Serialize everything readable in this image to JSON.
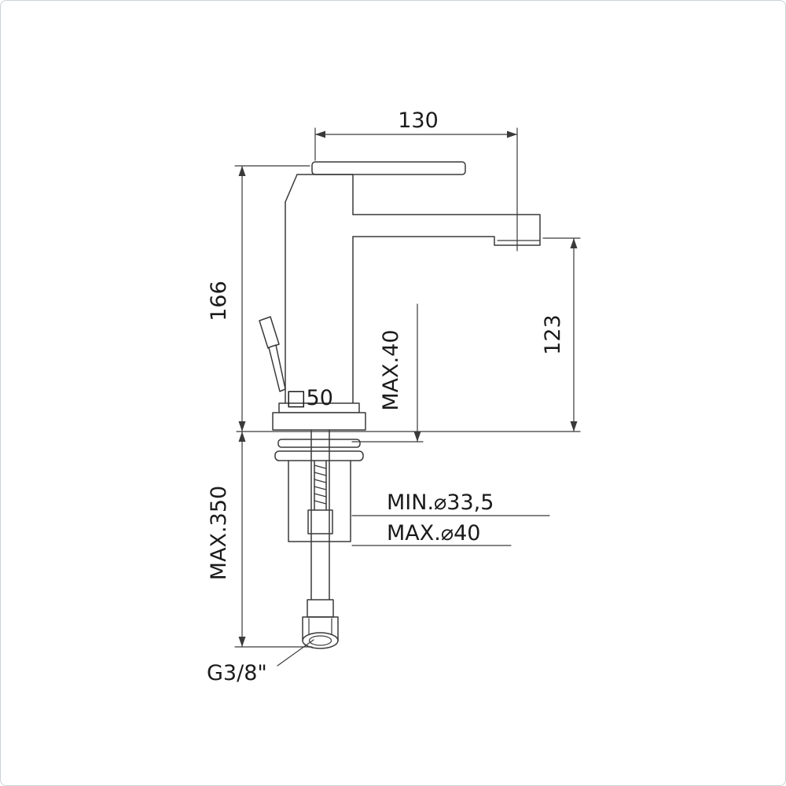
{
  "page": {
    "background": "#ffffff",
    "border_color": "#ccd2d8"
  },
  "drawing": {
    "type": "technical-drawing",
    "subject": "single-lever basin mixer faucet, front elevation with installation dimensions",
    "line_color": "#3a3a3a",
    "text_color": "#1b1b1b",
    "labels": {
      "spout_projection": "130",
      "body_height": "166",
      "spout_outlet_height": "123",
      "max_deck_thickness": "MAX.40",
      "base_square_size": "□50",
      "max_hose_length": "MAX.350",
      "min_hole_diameter": "MIN.⌀33,5",
      "max_hole_diameter": "MAX.⌀40",
      "supply_connection": "G3/8\""
    }
  }
}
